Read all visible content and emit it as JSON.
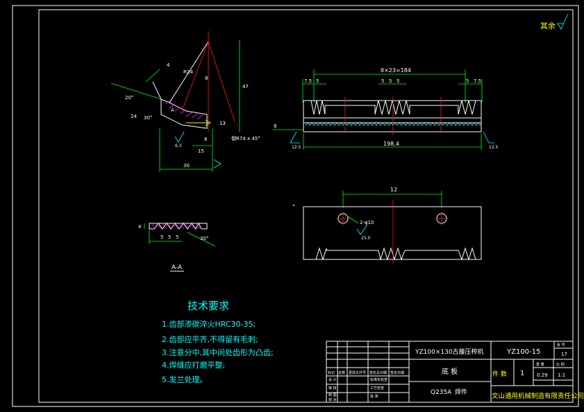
{
  "corner_note": "其余",
  "top_view": {
    "overall_dim": "8×23=184",
    "left_dim_a": "7.5",
    "left_dim_b": "5",
    "mid_dims": [
      "5",
      "5",
      "5"
    ],
    "right_dim_b": "5",
    "right_dim_a": "7.5",
    "height_dim": "8",
    "length_dim": "198.4",
    "roughness_left": "12.5",
    "roughness_right": "12.5"
  },
  "bottom_view": {
    "spacing_dim": "12",
    "hole_label": "2-φ10",
    "roughness": "25.0"
  },
  "side_view": {
    "dim_top": "4",
    "dim_rad": "R24",
    "angle_a": "30°",
    "angle_b": "20°",
    "dim_8": "8",
    "dim_47": "47",
    "dim_13": "13",
    "dim_24": "24",
    "dim_8b": "8",
    "dim_15": "15",
    "dim_30": "30",
    "chamfer": "倒R74 x 45°",
    "roughness": "6.3",
    "section_mark": "A"
  },
  "section_view": {
    "label": "A-A",
    "dim_4": "4",
    "dims": [
      "5",
      "5",
      "5"
    ],
    "angle": "30°"
  },
  "tech_req": {
    "title": "技术要求",
    "items": [
      "1.齿部渗碳淬火HRC30-35;",
      "2.齿部应平齐,不得留有毛刺;",
      "3.注意分中,其中间处齿形为凸齿;",
      "4.焊缝应打磨平整;",
      "5.发兰处理。"
    ]
  },
  "title_block": {
    "machine": "YZ100×130古藤压榨机",
    "drawing_no": "YZ100-15",
    "part_name": "底 板",
    "material": "Q235A",
    "material_note": "焊件",
    "qty_label": "件 数",
    "qty_value": "1",
    "weight_value": "0.29",
    "scale_value": "1:1",
    "sheet_label": "张 号",
    "sheet_value": "17",
    "company": "文山通用机械制造有限责任公司",
    "col_headers": [
      "标记",
      "处数",
      "更改文件号",
      "签名及日期",
      "签名日期"
    ],
    "row_labels": [
      "设 计",
      "审 核",
      "制 图",
      "校 对"
    ],
    "right_labels": [
      "标准化检查",
      "工艺检查",
      "批 准"
    ],
    "bottom_labels": [
      "重 量",
      "比 例"
    ]
  }
}
